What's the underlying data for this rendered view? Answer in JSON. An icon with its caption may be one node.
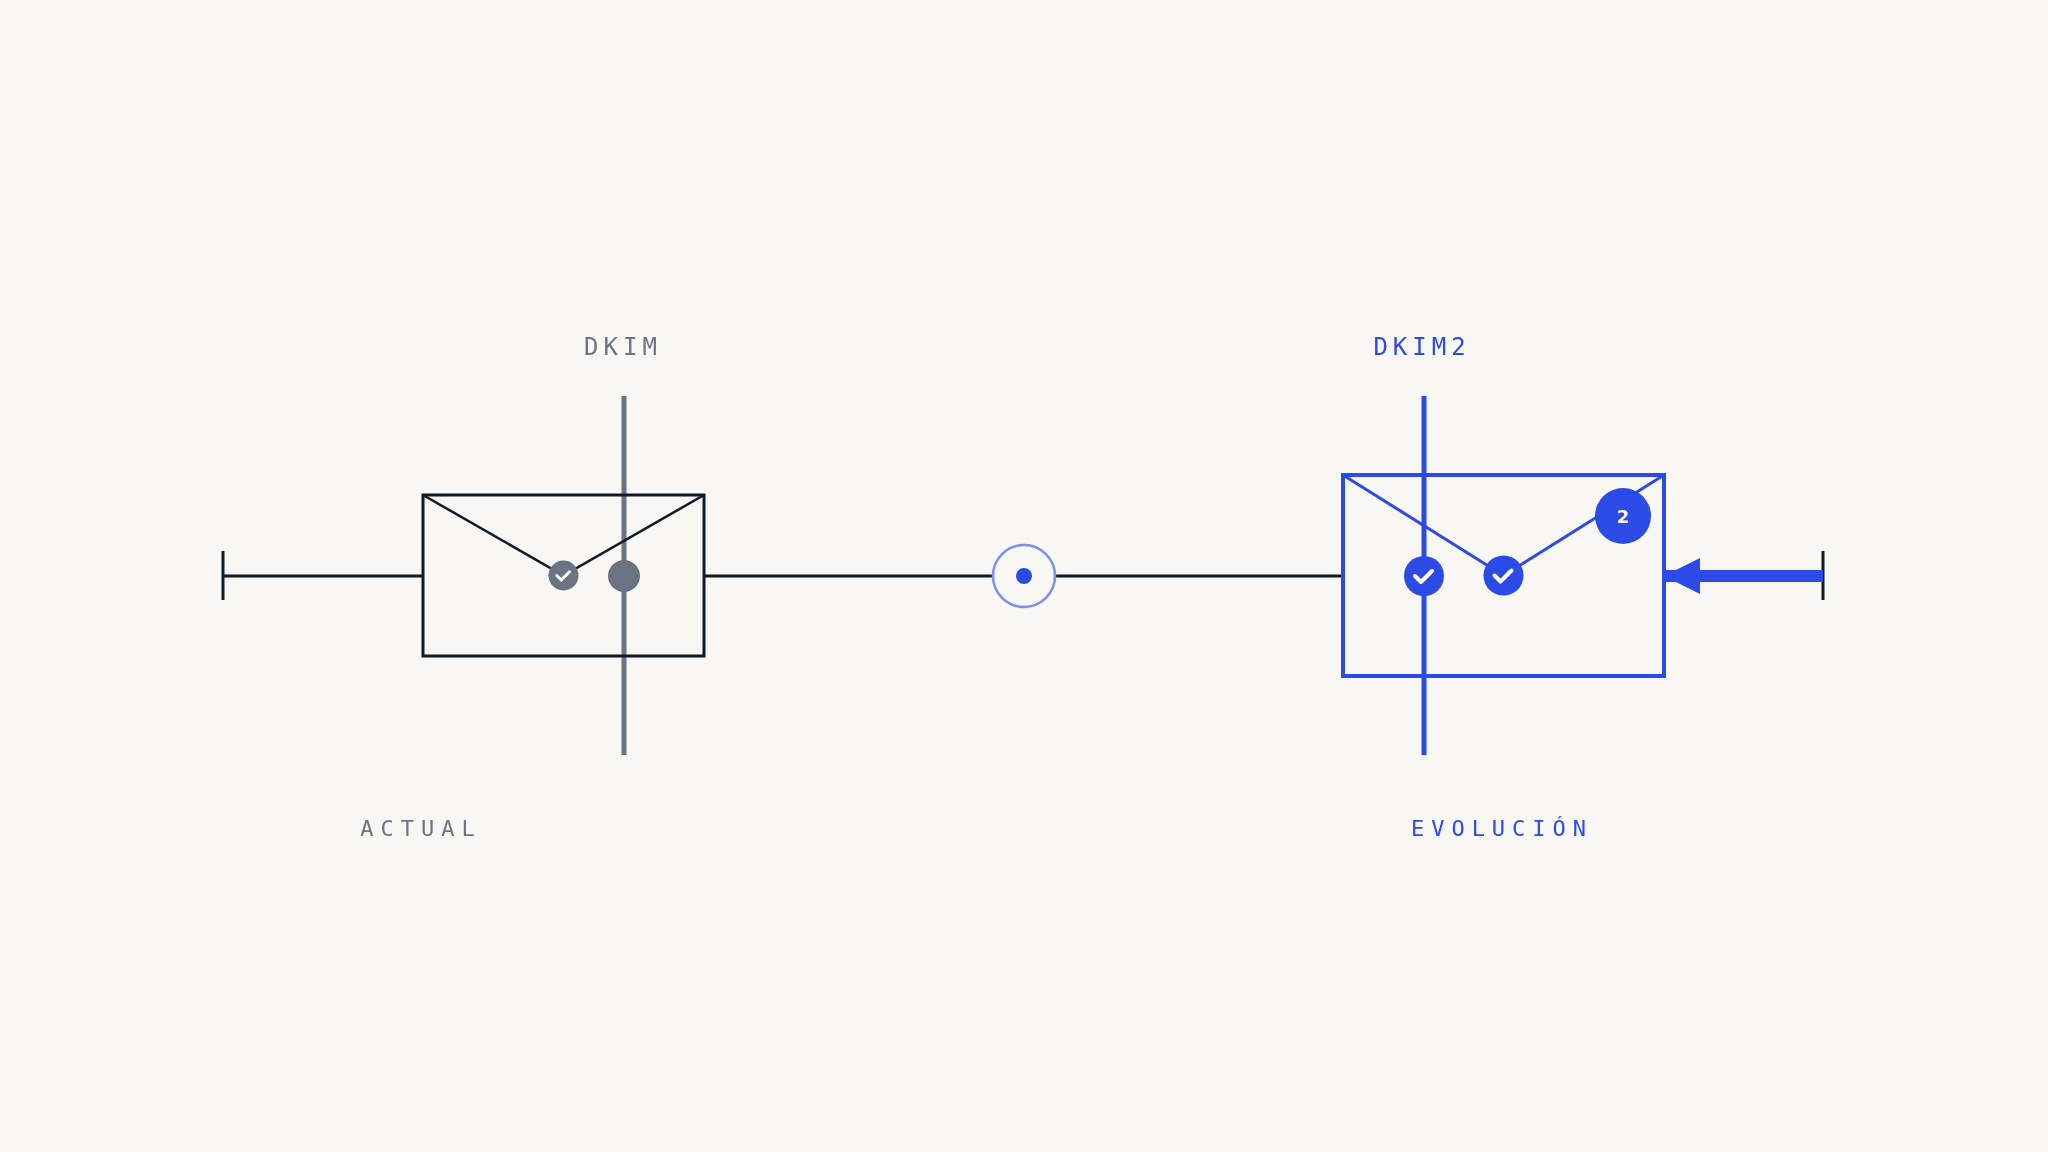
{
  "diagram": {
    "nodes": [
      {
        "text": [],
        "shape": "envelope"
      },
      {
        "text": [],
        "shape": "circle"
      },
      {
        "text": [],
        "shape": "envelope"
      },
      {
        "text": [
          "2"
        ],
        "in": 2
      }
    ],
    "edges": [
      {
        "from": null,
        "to": 0,
        "arrow": "none"
      },
      {
        "from": 0,
        "to": 1,
        "arrow": "none"
      },
      {
        "from": 1,
        "to": 2,
        "arrow": "none"
      },
      {
        "from": null,
        "to": 2,
        "arrow": "to",
        "style": "thick",
        "color": "#2b4ae6"
      }
    ],
    "labels": [
      "DKIM",
      "DKIM2",
      "ACTUAL",
      "EVOLUCIÓN"
    ]
  }
}
